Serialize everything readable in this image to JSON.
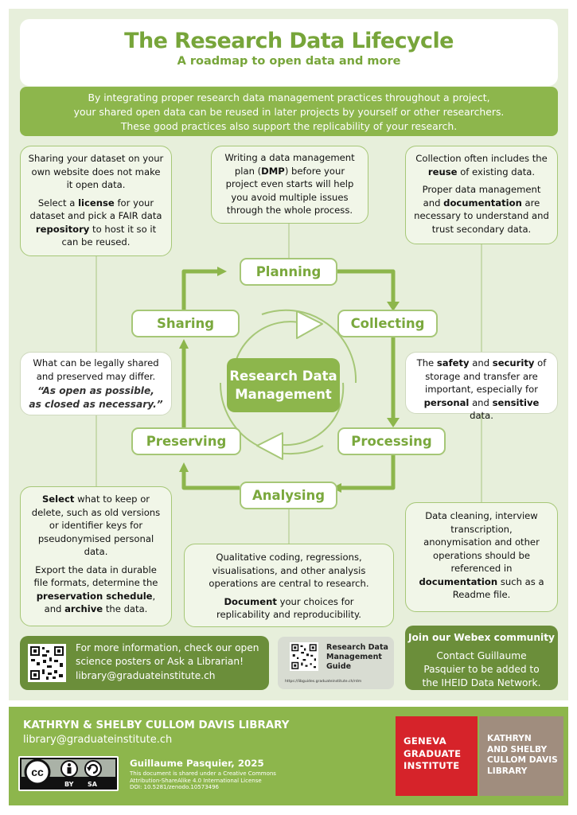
{
  "header": {
    "title": "The Research Data Lifecycle",
    "subtitle": "A roadmap to open data and more"
  },
  "intro": {
    "line1": "By integrating proper research data management practices throughout a project,",
    "line2": "your shared open data can be reused in later projects by yourself or other researchers.",
    "line3": "These good practices also support the replicability of your research."
  },
  "center": {
    "line1": "Research Data",
    "line2": "Management"
  },
  "stages": {
    "planning": "Planning",
    "collecting": "Collecting",
    "processing": "Processing",
    "analysing": "Analysing",
    "preserving": "Preserving",
    "sharing": "Sharing"
  },
  "notes": {
    "sharing": {
      "p1": "Sharing your dataset on your own website does not make it open data.",
      "p2a": "Select a ",
      "p2b": "license",
      "p2c": " for your dataset and pick a FAIR data ",
      "p2d": "repository",
      "p2e": " to host it so it can be reused."
    },
    "planning": {
      "a": "Writing a data management plan (",
      "b": "DMP",
      "c": ") before your project even starts will help you avoid multiple issues through the whole process."
    },
    "collecting": {
      "p1a": "Collection often includes the ",
      "p1b": "reuse",
      "p1c": " of existing data.",
      "p2a": "Proper data management and ",
      "p2b": "documentation",
      "p2c": " are necessary to understand and trust secondary data."
    },
    "legal": {
      "p1": "What can be legally shared and preserved may differ.",
      "quote1": "“As open as possible,",
      "quote2": "as closed as necessary.”"
    },
    "security": {
      "a": "The ",
      "b": "safety",
      "c": " and ",
      "d": "security",
      "e": " of storage and transfer are important, especially for ",
      "f": "personal",
      "g": " and ",
      "h": "sensitive",
      "i": " data."
    },
    "preserving": {
      "p1a": "Select",
      "p1b": " what to keep or delete, such as old versions or identifier keys for pseudonymised personal data.",
      "p2a": "Export the data in durable file formats, determine the ",
      "p2b": "preservation schedule",
      "p2c": ", and ",
      "p2d": "archive",
      "p2e": " the data."
    },
    "analysing": {
      "p1": "Qualitative coding, regressions, visualisations, and other analysis operations are central to research.",
      "p2a": "Document",
      "p2b": " your choices for replicability and reproducibility."
    },
    "processing": {
      "a": "Data cleaning, interview transcription, anonymisation and other operations should be referenced in ",
      "b": "documentation",
      "c": " such as a Readme file."
    }
  },
  "info": {
    "more_info": "For more information, check our open science posters or Ask a Librarian!",
    "email": "library@graduateinstitute.ch",
    "guide_title": "Research Data Management Guide",
    "guide_url": "https://libguides.graduateinstitute.ch/rdm",
    "webex_title": "Join our Webex community",
    "webex_text": "Contact Guillaume Pasquier to be added to the IHEID Data Network."
  },
  "footer": {
    "library": "KATHRYN & SHELBY CULLOM DAVIS LIBRARY",
    "email": "library@graduateinstitute.ch",
    "cc_by": "BY",
    "cc_sa": "SA",
    "author": "Guillaume Pasquier, 2025",
    "license1": "This document is shared under a Creative Commons",
    "license2": "Attribution-ShareAlike 4.0 International License",
    "doi": "DOI: 10.5281/zenodo.10573496",
    "geneva1": "GENEVA",
    "geneva2": "GRADUATE",
    "geneva3": "INSTITUTE",
    "davis1": "KATHRYN",
    "davis2": "AND SHELBY",
    "davis3": "CULLOM DAVIS",
    "davis4": "LIBRARY"
  },
  "colors": {
    "green": "#8db64c",
    "dark_green": "#6b8e3a",
    "red": "#d6232a",
    "taupe": "#a08d7e"
  }
}
